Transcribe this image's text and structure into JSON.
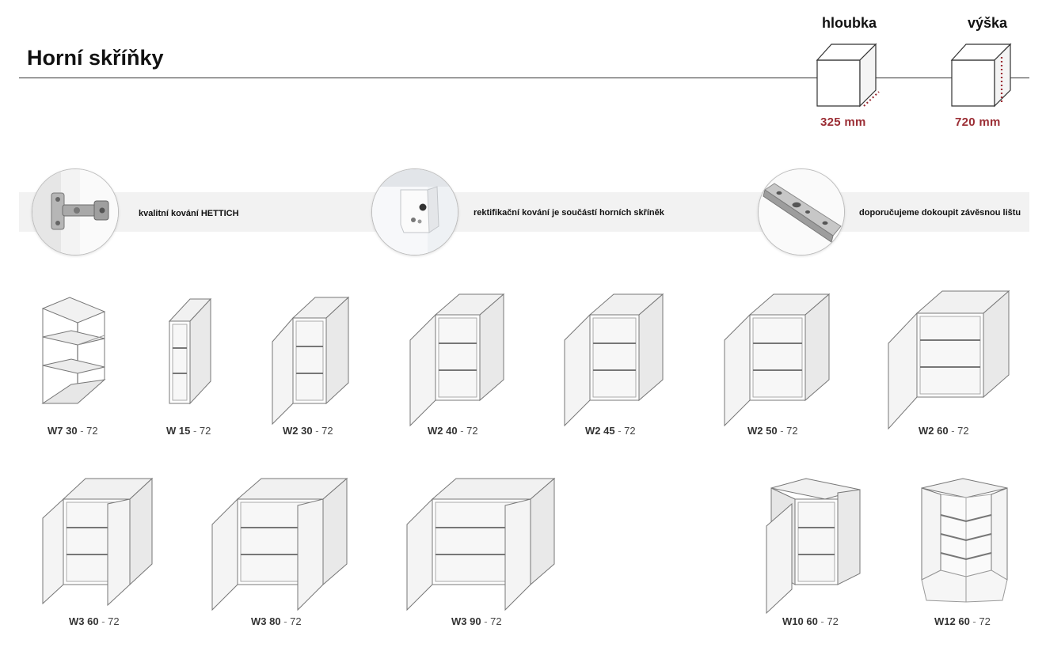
{
  "header": {
    "title": "Horní skříňky",
    "depth_label": "hloubka",
    "depth_value": "325 mm",
    "height_label": "výška",
    "height_value": "720 mm"
  },
  "features": [
    {
      "text": "kvalitní kování HETTICH",
      "icon": "hinge-icon"
    },
    {
      "text": "rektifikační kování je součástí horních skříněk",
      "icon": "adjustable-hanger-icon"
    },
    {
      "text": "doporučujeme dokoupit závěsnou lištu",
      "icon": "mounting-rail-icon"
    }
  ],
  "cabinets": [
    {
      "code": "W7 30",
      "sep": " - ",
      "height": "72"
    },
    {
      "code": "W 15",
      "sep": " - ",
      "height": "72"
    },
    {
      "code": "W2 30",
      "sep": " - ",
      "height": "72"
    },
    {
      "code": "W2 40",
      "sep": " - ",
      "height": "72"
    },
    {
      "code": "W2 45",
      "sep": " - ",
      "height": "72"
    },
    {
      "code": "W2 50",
      "sep": " - ",
      "height": "72"
    },
    {
      "code": "W2 60",
      "sep": " - ",
      "height": "72"
    },
    {
      "code": "W3 60",
      "sep": " - ",
      "height": "72"
    },
    {
      "code": "W3 80",
      "sep": " - ",
      "height": "72"
    },
    {
      "code": "W3 90",
      "sep": " - ",
      "height": "72"
    },
    {
      "code": "W10 60",
      "sep": " - ",
      "height": "72"
    },
    {
      "code": "W12 60",
      "sep": " - ",
      "height": "72"
    }
  ],
  "colors": {
    "accent": "#9b2d34",
    "line": "#333333",
    "band": "#f2f2f2"
  }
}
